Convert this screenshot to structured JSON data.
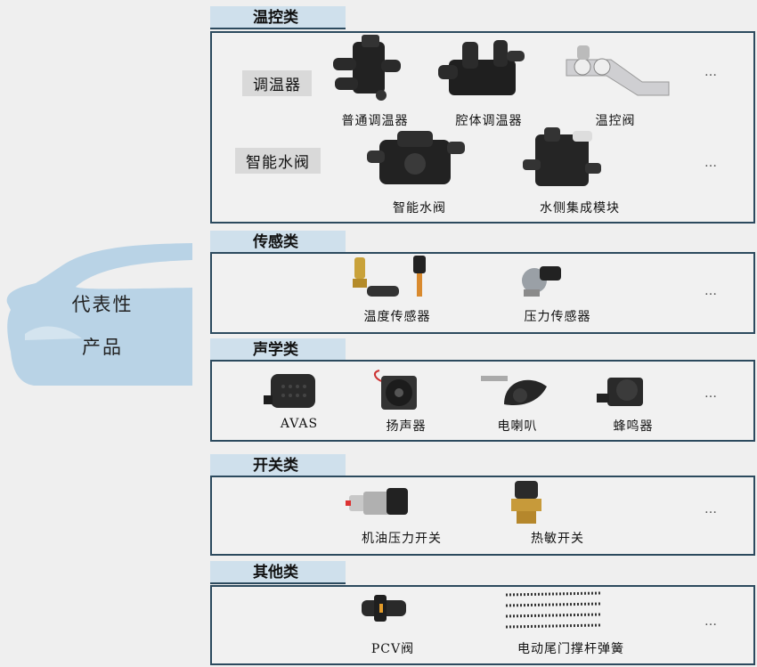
{
  "car_label": [
    "代表性",
    "产品"
  ],
  "ellipsis": "…",
  "sections": [
    {
      "title": "温控类",
      "rows": [
        {
          "label": "调温器",
          "items": [
            "普通调温器",
            "腔体调温器",
            "温控阀"
          ]
        },
        {
          "label": "智能水阀",
          "items": [
            "智能水阀",
            "水侧集成模块"
          ]
        }
      ]
    },
    {
      "title": "传感类",
      "items": [
        "温度传感器",
        "压力传感器"
      ]
    },
    {
      "title": "声学类",
      "items": [
        "AVAS",
        "扬声器",
        "电喇叭",
        "蜂鸣器"
      ]
    },
    {
      "title": "开关类",
      "items": [
        "机油压力开关",
        "热敏开关"
      ]
    },
    {
      "title": "其他类",
      "items": [
        "PCV阀",
        "电动尾门撑杆弹簧"
      ]
    }
  ]
}
